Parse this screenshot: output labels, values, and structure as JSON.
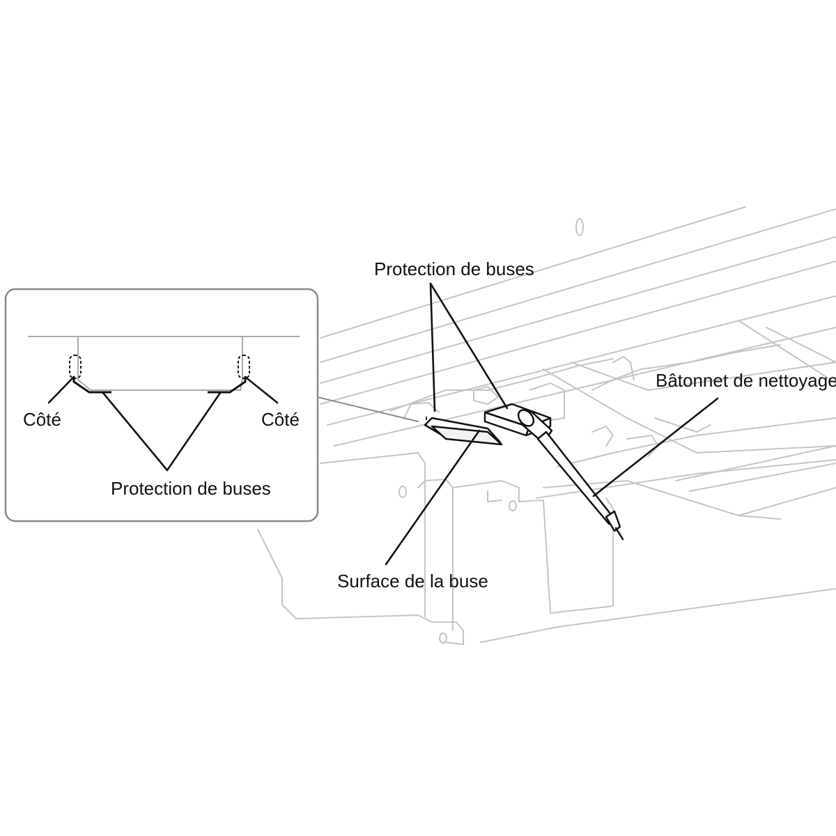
{
  "labels": {
    "protection_top": "Protection de buses",
    "batonnet": "Bâtonnet de nettoyage",
    "surface": "Surface de la buse",
    "inset_cote_left": "Côté",
    "inset_cote_right": "Côté",
    "inset_protection": "Protection de buses"
  },
  "colors": {
    "machine_line": "#c4c4c4",
    "callout_line": "#111111",
    "inset_border": "#888888"
  }
}
